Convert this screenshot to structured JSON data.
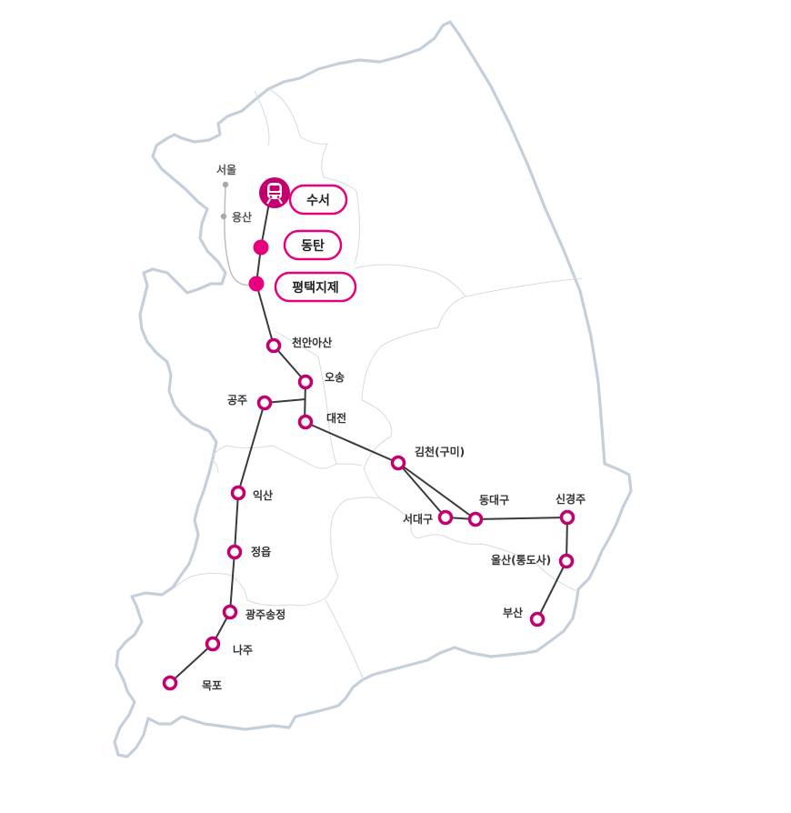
{
  "stations": [
    {
      "id": "cheonan-asan",
      "label": "천안아산"
    },
    {
      "id": "osong",
      "label": "오송"
    },
    {
      "id": "gongju",
      "label": "공주"
    },
    {
      "id": "daejeon",
      "label": "대전"
    },
    {
      "id": "gimcheon",
      "label": "김천(구미)"
    },
    {
      "id": "seodaegu",
      "label": "서대구"
    },
    {
      "id": "dongdaegu",
      "label": "동대구"
    },
    {
      "id": "singyeongju",
      "label": "신경주"
    },
    {
      "id": "ulsan",
      "label": "울산(통도사)"
    },
    {
      "id": "busan",
      "label": "부산"
    },
    {
      "id": "iksan",
      "label": "익산"
    },
    {
      "id": "jeongeup",
      "label": "정읍"
    },
    {
      "id": "gwangju",
      "label": "광주송정"
    },
    {
      "id": "naju",
      "label": "나주"
    },
    {
      "id": "mokpo",
      "label": "목포"
    }
  ],
  "srt_stations": [
    {
      "id": "suseo",
      "label": "수서"
    },
    {
      "id": "dongtan",
      "label": "동탄"
    },
    {
      "id": "pyeongtaek",
      "label": "평택지제"
    }
  ],
  "other_stations": [
    {
      "id": "seoul",
      "label": "서울"
    },
    {
      "id": "yongsan",
      "label": "용산"
    }
  ],
  "colors": {
    "accent": "#e6007e",
    "station_ring": "#c4006f",
    "route_line": "#3a3a3a",
    "map_outline": "#c3d0dc",
    "other_line": "#bdbdbd"
  },
  "icons": {
    "origin": "train-icon"
  }
}
